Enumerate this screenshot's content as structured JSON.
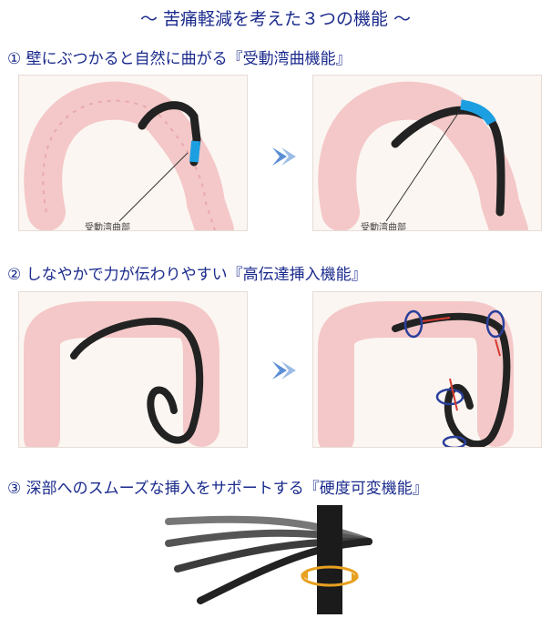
{
  "title": "～ 苦痛軽減を考えた３つの機能 ～",
  "sections": [
    {
      "heading": "① 壁にぶつかると自然に曲がる『受動湾曲機能』",
      "callout": "受動湾曲部"
    },
    {
      "heading": "② しなやかで力が伝わりやすい『高伝達挿入機能』"
    },
    {
      "heading": "③ 深部へのスムーズな挿入をサポートする『硬度可変機能』"
    }
  ],
  "colors": {
    "heading": "#1a2a8c",
    "arrow": "#5b8fd6",
    "bend_highlight": "#1c9fe0",
    "rotation_arrow": "#2a3f9c",
    "force_arrow": "#d63a2f",
    "tissue": "#f4c8c8"
  }
}
